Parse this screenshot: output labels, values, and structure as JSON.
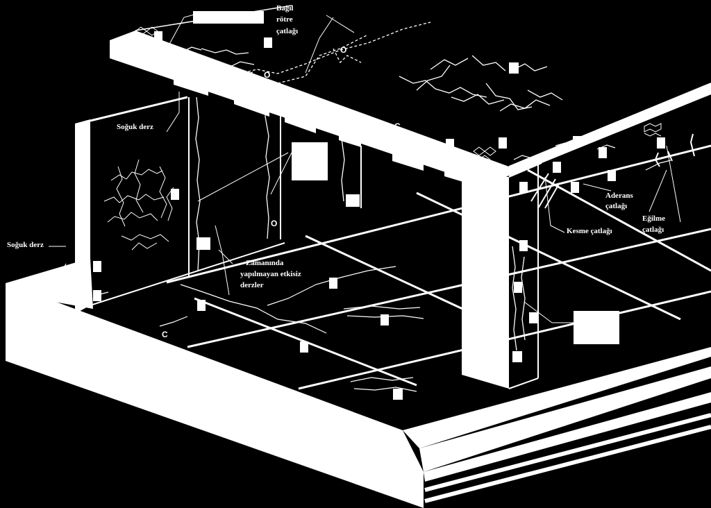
{
  "labels": {
    "relative_shrinkage": [
      "Bağıl",
      "rötre",
      "çatlağı"
    ],
    "cold_joint_upper": "Soğuk derz",
    "cold_joint_left": "Soğuk derz",
    "untimely_joints": [
      "Zamanında",
      "yapılmayan etkisiz",
      "derzler"
    ],
    "adhesion_crack": [
      "Aderans",
      "çatlağı"
    ],
    "bending_crack": [
      "Eğilme",
      "çatlağı"
    ],
    "shear_crack": "Kesme çatlağı"
  },
  "markers": {
    "o": "O",
    "c": "C"
  },
  "colors": {
    "background": "#000000",
    "drawing": "#ffffff"
  }
}
